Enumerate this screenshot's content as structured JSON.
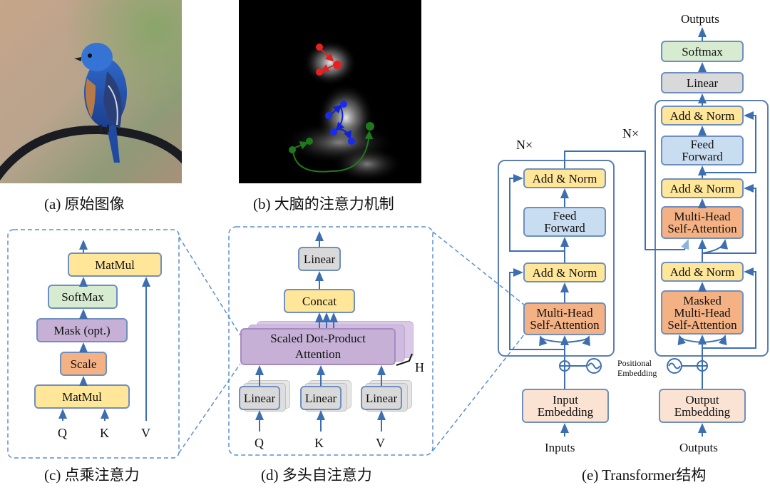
{
  "captions": {
    "a": "(a) 原始图像",
    "b": "(b) 大脑的注意力机制",
    "c": "(c) 点乘注意力",
    "d": "(d) 多头自注意力",
    "e": "(e) Transformer结构"
  },
  "panel_c": {
    "matmul_top": "MatMul",
    "softmax": "SoftMax",
    "mask": "Mask (opt.)",
    "scale": "Scale",
    "matmul_bottom": "MatMul",
    "inputs": [
      "Q",
      "K",
      "V"
    ]
  },
  "panel_d": {
    "linear_top": "Linear",
    "concat": "Concat",
    "sdpa_line1": "Scaled Dot-Product",
    "sdpa_line2": "Attention",
    "h_label": "H",
    "linear": "Linear",
    "inputs": [
      "Q",
      "K",
      "V"
    ]
  },
  "panel_e": {
    "outputs_top": "Outputs",
    "softmax": "Softmax",
    "linear": "Linear",
    "nx_left": "N×",
    "nx_right": "N×",
    "add_norm": "Add & Norm",
    "feed_forward_1": "Feed",
    "feed_forward_2": "Forward",
    "mhsa_1": "Multi-Head",
    "mhsa_2": "Self-Attention",
    "masked": "Masked",
    "input_embedding_1": "Input",
    "input_embedding_2": "Embedding",
    "output_embedding_1": "Output",
    "output_embedding_2": "Embedding",
    "positional_1": "Positional",
    "positional_2": "Embedding",
    "inputs_label": "Inputs",
    "outputs_label": "Outputs"
  },
  "colors": {
    "line": "#3d6fb0",
    "dashed": "#5b8fd0",
    "yellow": "#ffe699",
    "green": "#d6ebd0",
    "purple": "#c6b0d6",
    "orange": "#f4b183",
    "blue": "#c9ddf0",
    "gray": "#d9d9d9",
    "peach": "#fbe3d3"
  }
}
